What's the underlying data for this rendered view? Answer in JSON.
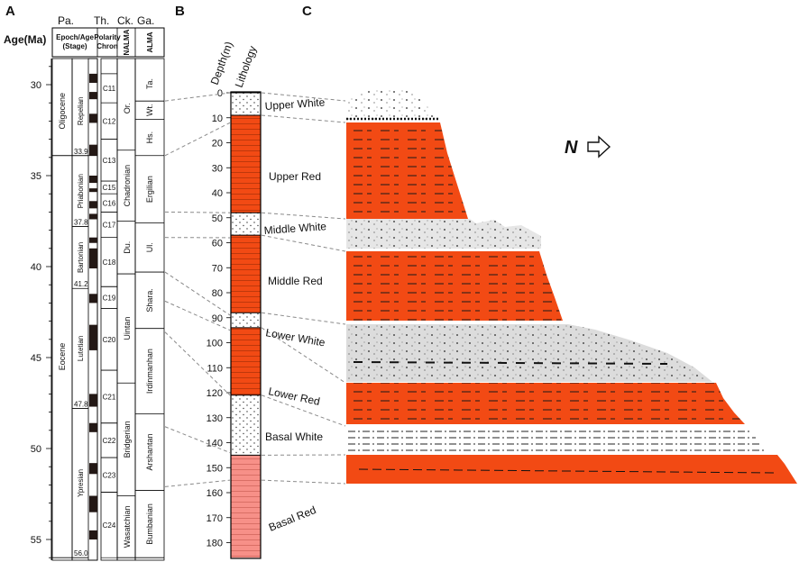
{
  "panels": {
    "a": "A",
    "b": "B",
    "c": "C"
  },
  "panel_a": {
    "age_title": "Age(Ma)",
    "age_ticks": [
      30,
      35,
      40,
      45,
      50,
      55
    ],
    "group_headers": [
      "Pa.",
      "Th.",
      "Ck.",
      "Ga."
    ],
    "col_headers": {
      "epoch": "Epoch/Age\n(Stage)",
      "chron": "Polarity\nChron",
      "nalma": "NALMA",
      "alma": "ALMA"
    },
    "epochs": [
      {
        "name": "Oligocene",
        "from": 29.0,
        "to": 33.9
      },
      {
        "name": "Eocene",
        "from": 33.9,
        "to": 56.0
      }
    ],
    "stages": [
      {
        "name": "Repelian",
        "from": 29.0,
        "to": 33.9
      },
      {
        "name": "Priabonian",
        "from": 33.9,
        "to": 37.8
      },
      {
        "name": "Bartonian",
        "from": 37.8,
        "to": 41.2
      },
      {
        "name": "Lutetian",
        "from": 41.2,
        "to": 47.8
      },
      {
        "name": "Ypresian",
        "from": 47.8,
        "to": 56.0
      }
    ],
    "stage_boundaries": [
      "33.9",
      "37.8",
      "41.2",
      "47.8",
      "56.0"
    ],
    "chrons": [
      {
        "name": "C11",
        "from": 29.4,
        "to": 31.0
      },
      {
        "name": "C12",
        "from": 31.0,
        "to": 33.0
      },
      {
        "name": "C13",
        "from": 33.0,
        "to": 35.3
      },
      {
        "name": "C15",
        "from": 35.3,
        "to": 36.0
      },
      {
        "name": "C16",
        "from": 36.0,
        "to": 37.0
      },
      {
        "name": "C17",
        "from": 37.0,
        "to": 38.4
      },
      {
        "name": "C18",
        "from": 38.4,
        "to": 41.1
      },
      {
        "name": "C19",
        "from": 41.1,
        "to": 42.3
      },
      {
        "name": "C20",
        "from": 42.3,
        "to": 45.7
      },
      {
        "name": "C21",
        "from": 45.7,
        "to": 48.6
      },
      {
        "name": "C22",
        "from": 48.6,
        "to": 50.5
      },
      {
        "name": "C23",
        "from": 50.5,
        "to": 52.4
      },
      {
        "name": "C24",
        "from": 52.4,
        "to": 56.0
      }
    ],
    "polarity_normal": [
      [
        29.4,
        29.9
      ],
      [
        30.4,
        30.8
      ],
      [
        31.6,
        32.1
      ],
      [
        33.3,
        33.9
      ],
      [
        35.0,
        35.4
      ],
      [
        35.7,
        35.9
      ],
      [
        36.4,
        36.8
      ],
      [
        37.1,
        37.4
      ],
      [
        38.4,
        38.7
      ],
      [
        39.0,
        40.1
      ],
      [
        41.5,
        42.0
      ],
      [
        43.2,
        44.6
      ],
      [
        47.0,
        47.7
      ],
      [
        48.6,
        49.1
      ],
      [
        50.8,
        51.4
      ],
      [
        52.6,
        53.5
      ],
      [
        54.5,
        55.0
      ]
    ],
    "nalma": [
      {
        "name": "Or.",
        "from": 29.0,
        "to": 33.6
      },
      {
        "name": "Chadronian",
        "from": 33.6,
        "to": 37.5
      },
      {
        "name": "Du.",
        "from": 37.5,
        "to": 40.4
      },
      {
        "name": "Uintan",
        "from": 40.4,
        "to": 46.4
      },
      {
        "name": "Bridgerian",
        "from": 46.4,
        "to": 52.6
      },
      {
        "name": "Wasatchian",
        "from": 52.6,
        "to": 56.0
      }
    ],
    "alma": [
      {
        "name": "Ta.",
        "from": 29.0,
        "to": 30.9
      },
      {
        "name": "Wt.",
        "from": 30.9,
        "to": 31.9
      },
      {
        "name": "Hs.",
        "from": 31.9,
        "to": 33.9
      },
      {
        "name": "Ergilian",
        "from": 33.9,
        "to": 37.6
      },
      {
        "name": "Ul.",
        "from": 37.6,
        "to": 40.3
      },
      {
        "name": "Shara.",
        "from": 40.3,
        "to": 43.4
      },
      {
        "name": "Irdinmanhan",
        "from": 43.4,
        "to": 48.1
      },
      {
        "name": "Arshantan",
        "from": 48.1,
        "to": 52.3
      },
      {
        "name": "Bumbanian",
        "from": 52.3,
        "to": 56.0
      }
    ]
  },
  "panel_b": {
    "depth_title": "Depth(m)",
    "lithology_title": "Lithology",
    "depth_ticks": [
      0,
      10,
      20,
      30,
      40,
      50,
      60,
      70,
      80,
      90,
      100,
      110,
      120,
      130,
      140,
      150,
      160,
      170,
      180
    ],
    "units": [
      {
        "name": "Upper White",
        "from": 0,
        "to": 9,
        "kind": "white"
      },
      {
        "name": "Upper Red",
        "from": 9,
        "to": 48,
        "kind": "red"
      },
      {
        "name": "Middle White",
        "from": 48,
        "to": 57,
        "kind": "white"
      },
      {
        "name": "Middle Red",
        "from": 57,
        "to": 88,
        "kind": "red"
      },
      {
        "name": "Lower White",
        "from": 88,
        "to": 94,
        "kind": "white"
      },
      {
        "name": "Lower Red",
        "from": 94,
        "to": 121,
        "kind": "red"
      },
      {
        "name": "Basal White",
        "from": 121,
        "to": 145,
        "kind": "white"
      },
      {
        "name": "Basal Red",
        "from": 145,
        "to": 186,
        "kind": "pink"
      }
    ],
    "age_correlation": [
      {
        "age": 30.9,
        "depth": 0
      },
      {
        "age": 33.9,
        "depth": 12
      },
      {
        "age": 37.0,
        "depth": 48
      },
      {
        "age": 38.4,
        "depth": 58
      },
      {
        "age": 40.3,
        "depth": 89
      },
      {
        "age": 41.9,
        "depth": 95
      },
      {
        "age": 43.6,
        "depth": 121
      },
      {
        "age": 48.8,
        "depth": 144
      },
      {
        "age": 52.1,
        "depth": 155
      }
    ]
  },
  "panel_c": {
    "north_label": "N",
    "unit_labels": [
      "Upper White",
      "Upper Red",
      "Middle White",
      "Middle Red",
      "Lower White",
      "Lower Red",
      "Basal White",
      "Basal Red"
    ]
  },
  "colors": {
    "red": "#f24a14",
    "pink": "#f79088",
    "white_fill": "#ffffff",
    "outcrop_grey": "#dcdcdc",
    "ink": "#111111",
    "dash_line": "#8a8a8a"
  }
}
